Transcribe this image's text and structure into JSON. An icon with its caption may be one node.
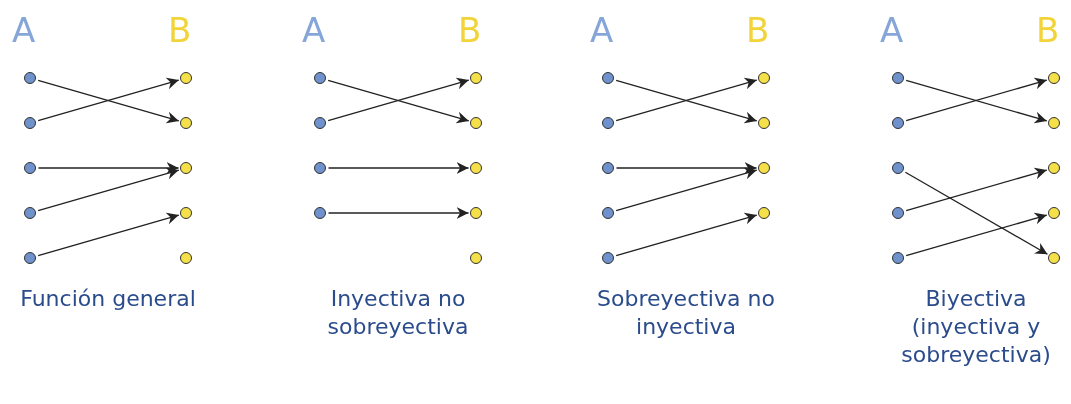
{
  "diagram": {
    "nodes": [
      {
        "text": [],
        "shape": "circle"
      },
      {
        "text": [],
        "shape": "circle"
      },
      {
        "text": [],
        "shape": "circle"
      },
      {
        "text": [],
        "shape": "circle"
      },
      {
        "text": [],
        "shape": "circle"
      },
      {
        "text": [],
        "shape": "circle"
      },
      {
        "text": [],
        "shape": "circle"
      },
      {
        "text": [],
        "shape": "circle"
      },
      {
        "text": [],
        "shape": "circle"
      },
      {
        "text": [],
        "shape": "circle"
      },
      {
        "text": [],
        "shape": "circle"
      },
      {
        "text": [],
        "shape": "circle"
      },
      {
        "text": [],
        "shape": "circle"
      },
      {
        "text": [],
        "shape": "circle"
      },
      {
        "text": [],
        "shape": "circle"
      },
      {
        "text": [],
        "shape": "circle"
      },
      {
        "text": [],
        "shape": "circle"
      },
      {
        "text": [],
        "shape": "circle"
      },
      {
        "text": [],
        "shape": "circle"
      },
      {
        "text": [],
        "shape": "circle"
      },
      {
        "text": [],
        "shape": "circle"
      },
      {
        "text": [],
        "shape": "circle"
      },
      {
        "text": [],
        "shape": "circle"
      },
      {
        "text": [],
        "shape": "circle"
      },
      {
        "text": [],
        "shape": "circle"
      },
      {
        "text": [],
        "shape": "circle"
      },
      {
        "text": [],
        "shape": "circle"
      },
      {
        "text": [],
        "shape": "circle"
      },
      {
        "text": [],
        "shape": "circle"
      },
      {
        "text": [],
        "shape": "circle"
      },
      {
        "text": [],
        "shape": "circle"
      },
      {
        "text": [],
        "shape": "circle"
      },
      {
        "text": [],
        "shape": "circle"
      },
      {
        "text": [],
        "shape": "circle"
      },
      {
        "text": [],
        "shape": "circle"
      },
      {
        "text": [],
        "shape": "circle"
      },
      {
        "text": [],
        "shape": "circle"
      },
      {
        "text": [],
        "shape": "circle"
      }
    ],
    "edges": [
      {
        "from": 0,
        "to": 6,
        "arrow": "to"
      },
      {
        "from": 1,
        "to": 5,
        "arrow": "to"
      },
      {
        "from": 2,
        "to": 7,
        "arrow": "to"
      },
      {
        "from": 3,
        "to": 7,
        "arrow": "to"
      },
      {
        "from": 4,
        "to": 8,
        "arrow": "to"
      },
      {
        "from": 10,
        "to": 15,
        "arrow": "to"
      },
      {
        "from": 11,
        "to": 14,
        "arrow": "to"
      },
      {
        "from": 12,
        "to": 16,
        "arrow": "to"
      },
      {
        "from": 13,
        "to": 17,
        "arrow": "to"
      },
      {
        "from": 19,
        "to": 25,
        "arrow": "to"
      },
      {
        "from": 20,
        "to": 24,
        "arrow": "to"
      },
      {
        "from": 21,
        "to": 26,
        "arrow": "to"
      },
      {
        "from": 22,
        "to": 26,
        "arrow": "to"
      },
      {
        "from": 23,
        "to": 27,
        "arrow": "to"
      },
      {
        "from": 28,
        "to": 34,
        "arrow": "to"
      },
      {
        "from": 29,
        "to": 33,
        "arrow": "to"
      },
      {
        "from": 30,
        "to": 37,
        "arrow": "to"
      },
      {
        "from": 31,
        "to": 35,
        "arrow": "to"
      },
      {
        "from": 32,
        "to": 36,
        "arrow": "to"
      }
    ],
    "labels": [
      "A",
      "B",
      "A",
      "B",
      "A",
      "B",
      "A",
      "B",
      "Función general",
      "Inyectiva no sobreyectiva",
      "Sobreyectiva no inyectiva",
      "Biyectiva (inyectiva y sobreyectiva)"
    ]
  }
}
